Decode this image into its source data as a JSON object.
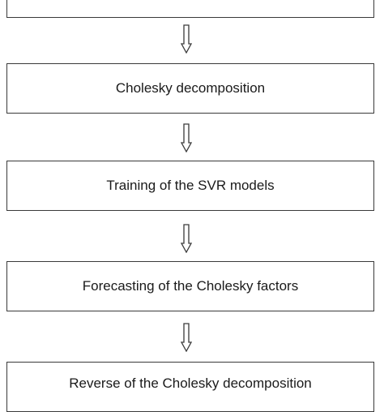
{
  "flowchart": {
    "steps": [
      {
        "label": ""
      },
      {
        "label": "Cholesky decomposition"
      },
      {
        "label": "Training of the SVR models"
      },
      {
        "label": "Forecasting of the Cholesky factors"
      },
      {
        "label": "Reverse of the Cholesky decomposition"
      }
    ],
    "arrow_icon": "hollow-down-arrow-icon",
    "colors": {
      "border": "#3a3a3a",
      "text": "#1a1a1a",
      "background": "#ffffff"
    }
  }
}
